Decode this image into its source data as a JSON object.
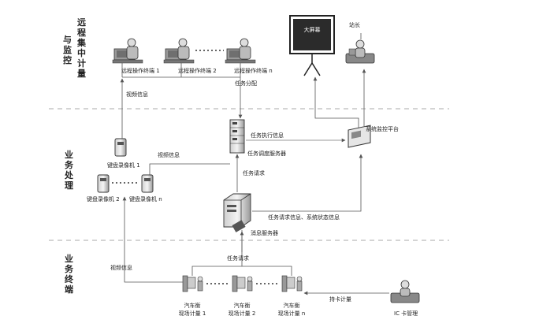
{
  "zones": {
    "remote_col1": "远程集中计量",
    "remote_col2": "与监控",
    "business": "业务处理",
    "terminal": "业务终端"
  },
  "nodes": {
    "op_terminal_1": "远程操作终端 1",
    "op_terminal_2": "远程操作终端 2",
    "op_terminal_n": "远程操作终端 n",
    "big_screen": "大屏幕",
    "station_chief": "站长",
    "monitor_platform": "系统监控平台",
    "dispatch_server": "任务调度服务器",
    "recorder_1": "键盘录像机 1",
    "recorder_2": "键盘录像机 2",
    "recorder_n": "键盘录像机 n",
    "message_server": "消息服务器",
    "site_1": [
      "汽车衡",
      "现场计量 1"
    ],
    "site_2": [
      "汽车衡",
      "现场计量 2"
    ],
    "site_n": [
      "汽车衡",
      "现场计量 n"
    ],
    "ic_card": "IC 卡管理"
  },
  "edges": {
    "task_assign": "任务分配",
    "video_info_top": "视频信息",
    "task_exec_info": "任务执行信息",
    "video_info_mid": "视频信息",
    "task_request_mid": "任务请求",
    "request_and_status": "任务请求信息、系统状态信息",
    "task_request_bottom": "任务请求",
    "video_info_bottom": "视频信息",
    "card_metering": "持卡计量"
  }
}
